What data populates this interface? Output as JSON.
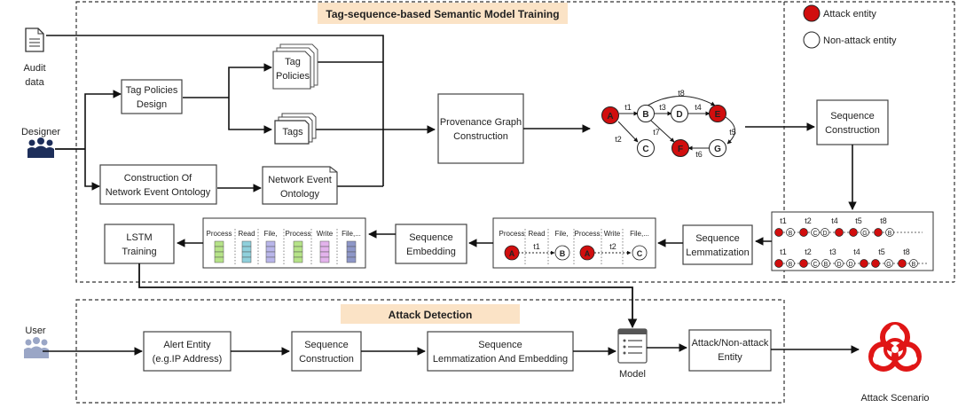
{
  "training": {
    "title": "Tag-sequence-based Semantic Model Training"
  },
  "detection": {
    "title": "Attack Detection"
  },
  "legend": {
    "attack": "Attack entity",
    "non_attack": "Non-attack entity",
    "attack_color": "#d10e0e"
  },
  "actors": {
    "audit": [
      "Audit",
      "data"
    ],
    "designer": "Designer",
    "user": "User"
  },
  "boxes": {
    "tag_policies_design": [
      "Tag Policies",
      "Design"
    ],
    "tag_policies_doc": [
      "Tag",
      "Policies"
    ],
    "tags_doc": "Tags",
    "ontology_construction": [
      "Construction Of",
      "Network Event Ontology"
    ],
    "ontology_doc": [
      "Network Event",
      "Ontology"
    ],
    "provenance": [
      "Provenance Graph",
      "Construction"
    ],
    "seq_construction_top": [
      "Sequence",
      "Construction"
    ],
    "seq_lemmatization_top": [
      "Sequence",
      "Lemmatization"
    ],
    "seq_embedding": [
      "Sequence",
      "Embedding"
    ],
    "lstm": [
      "LSTM",
      "Training"
    ],
    "alert_entity": [
      "Alert Entity",
      "(e.g.IP Address)"
    ],
    "seq_construction_bottom": [
      "Sequence",
      "Construction"
    ],
    "lemma_embedding": [
      "Sequence",
      "Lemmatization And Embedding"
    ],
    "model": "Model",
    "result": [
      "Attack/Non-attack",
      "Entity"
    ],
    "attack_scenario": "Attack Scenario"
  },
  "graph": {
    "nodes": [
      {
        "id": "A",
        "attack": true
      },
      {
        "id": "B",
        "attack": false
      },
      {
        "id": "C",
        "attack": false
      },
      {
        "id": "D",
        "attack": false
      },
      {
        "id": "E",
        "attack": true
      },
      {
        "id": "F",
        "attack": true
      },
      {
        "id": "G",
        "attack": false
      }
    ],
    "edges": [
      "t1",
      "t2",
      "t3",
      "t4",
      "t5",
      "t6",
      "t7",
      "t8"
    ]
  },
  "sequence_panel": {
    "row1_times": [
      "t1",
      "t2",
      "t4",
      "t5",
      "t8"
    ],
    "row2_times": [
      "t1",
      "t2",
      "t3",
      "t4",
      "t5",
      "t8"
    ]
  },
  "lemma_panel": {
    "headers": [
      "Process",
      "Read",
      "File,",
      "Process",
      "Write",
      "File,..."
    ],
    "edge_labels": [
      "t1",
      "t2"
    ]
  },
  "embed_panel": {
    "headers": [
      "Process",
      "Read",
      "File,",
      "Process",
      "Write",
      "File,..."
    ],
    "colors": [
      "#b6e388",
      "#8fd0dc",
      "#b9b6ea",
      "#b6e388",
      "#e3b3ec",
      "#8e97c8"
    ]
  }
}
